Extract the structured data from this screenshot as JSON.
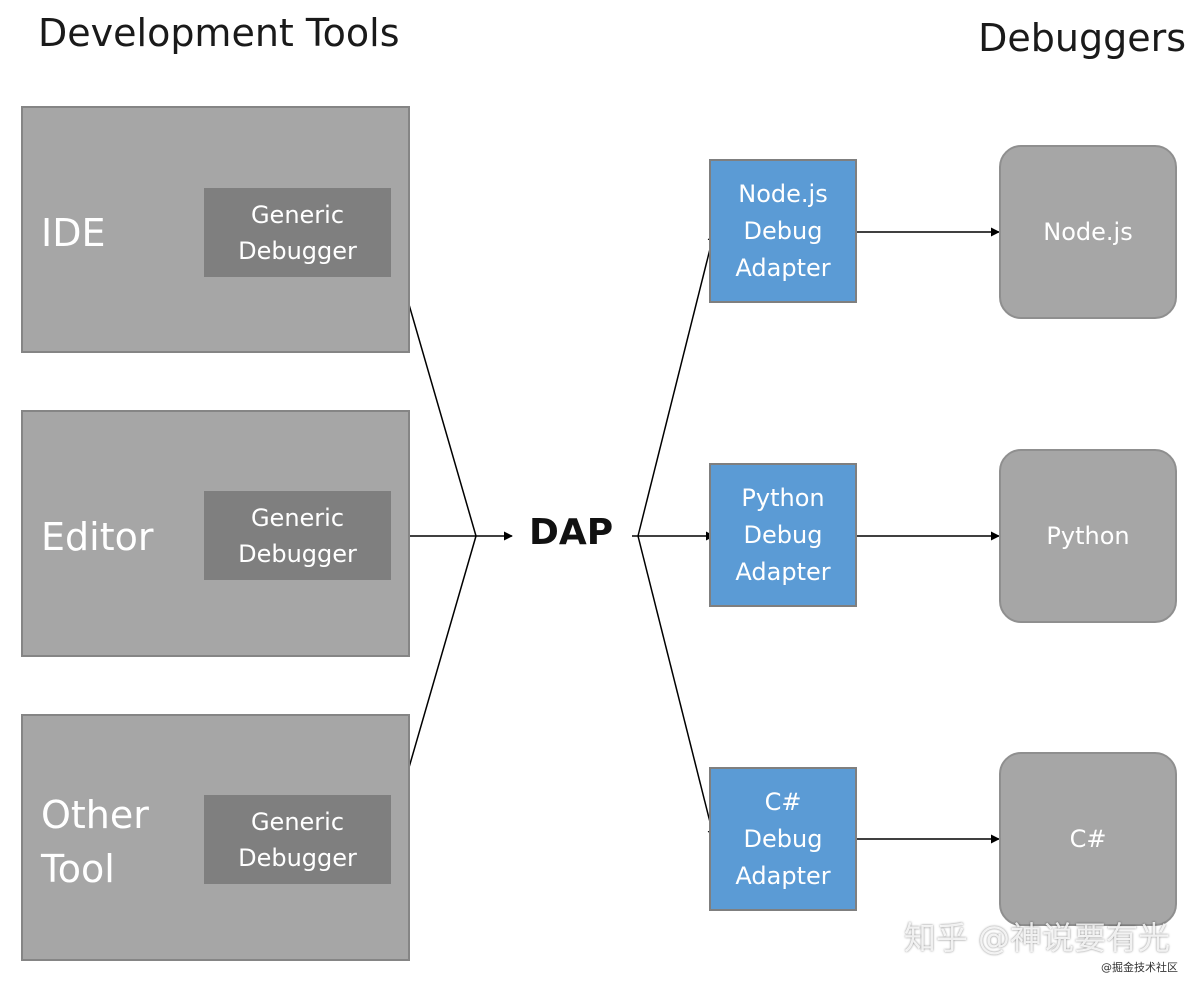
{
  "headings": {
    "tools": "Development Tools",
    "debuggers": "Debuggers"
  },
  "tools": [
    {
      "label": "IDE",
      "component": "Generic\nDebugger"
    },
    {
      "label": "Editor",
      "component": "Generic\nDebugger"
    },
    {
      "label": "Other\nTool",
      "component": "Generic\nDebugger"
    }
  ],
  "protocol": "DAP",
  "adapters": [
    "Node.js\nDebug\nAdapter",
    "Python\nDebug\nAdapter",
    "C#\nDebug\nAdapter"
  ],
  "debuggers": [
    "Node.js",
    "Python",
    "C#"
  ],
  "watermark": {
    "main": "知乎 @神说要有光",
    "sub": "@掘金技术社区"
  },
  "colors": {
    "tool_box": "#a6a6a6",
    "generic_debugger": "#7f7f7f",
    "adapter": "#5b9bd5",
    "debugger": "#a6a6a6"
  }
}
